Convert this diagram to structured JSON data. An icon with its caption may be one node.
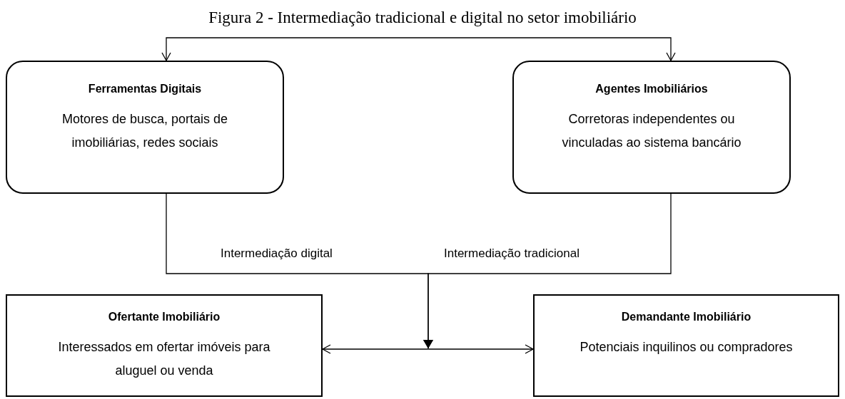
{
  "diagram": {
    "title": "Figura 2 - Intermediação tradicional e digital no setor imobiliário",
    "nodes": [
      {
        "text": [
          "Ferramentas Digitais",
          "Motores de busca, portais de imobiliárias, redes sociais"
        ]
      },
      {
        "text": [
          "Agentes Imobiliários",
          "Corretoras independentes ou vinculadas ao sistema bancário"
        ]
      },
      {
        "text": [
          "Ofertante Imobiliário",
          "Interessados em ofertar imóveis para aluguel ou venda"
        ]
      },
      {
        "text": [
          "Demandante Imobiliário",
          "Potenciais inquilinos ou compradores"
        ]
      }
    ],
    "edges": [
      {
        "from": 0,
        "to": 1,
        "arrow": "both"
      },
      {
        "from": 0,
        "to": null,
        "arrow": "to",
        "label": "Intermediação digital"
      },
      {
        "from": 1,
        "to": null,
        "arrow": "to",
        "label": "Intermediação tradicional"
      },
      {
        "from": 2,
        "to": 3,
        "arrow": "both"
      }
    ]
  }
}
